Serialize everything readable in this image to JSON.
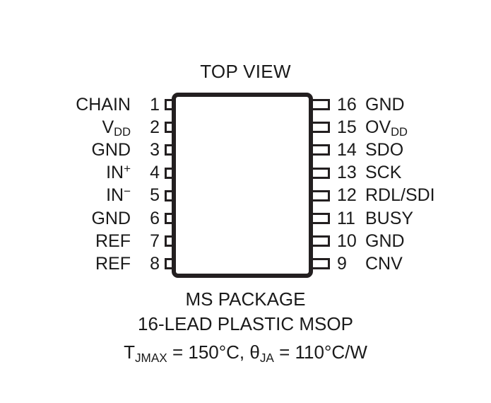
{
  "title": "TOP VIEW",
  "colors": {
    "ink": "#1a1a1a",
    "outline": "#231f20",
    "background": "#ffffff"
  },
  "package": {
    "name_line": "MS PACKAGE",
    "type_line": "16-LEAD PLASTIC MSOP",
    "thermal_line": {
      "tjmax_symbol": "T",
      "tjmax_subscript": "JMAX",
      "tjmax_value": " = 150°C, ",
      "theta_symbol": "θ",
      "theta_subscript": "JA",
      "theta_value": " = 110°C/W"
    }
  },
  "pins": {
    "left": [
      {
        "number": "1",
        "label": "CHAIN",
        "sub": "",
        "sup": ""
      },
      {
        "number": "2",
        "label": "V",
        "sub": "DD",
        "sup": ""
      },
      {
        "number": "3",
        "label": "GND",
        "sub": "",
        "sup": ""
      },
      {
        "number": "4",
        "label": "IN",
        "sub": "",
        "sup": "+"
      },
      {
        "number": "5",
        "label": "IN",
        "sub": "",
        "sup": "−"
      },
      {
        "number": "6",
        "label": "GND",
        "sub": "",
        "sup": ""
      },
      {
        "number": "7",
        "label": "REF",
        "sub": "",
        "sup": ""
      },
      {
        "number": "8",
        "label": "REF",
        "sub": "",
        "sup": ""
      }
    ],
    "right": [
      {
        "number": "16",
        "label": "GND",
        "sub": "",
        "sup": ""
      },
      {
        "number": "15",
        "label": "OV",
        "sub": "DD",
        "sup": ""
      },
      {
        "number": "14",
        "label": "SDO",
        "sub": "",
        "sup": ""
      },
      {
        "number": "13",
        "label": "SCK",
        "sub": "",
        "sup": ""
      },
      {
        "number": "12",
        "label": "RDL/SDI",
        "sub": "",
        "sup": ""
      },
      {
        "number": "11",
        "label": "BUSY",
        "sub": "",
        "sup": ""
      },
      {
        "number": "10",
        "label": "GND",
        "sub": "",
        "sup": ""
      },
      {
        "number": "9",
        "label": "CNV",
        "sub": "",
        "sup": ""
      }
    ]
  }
}
